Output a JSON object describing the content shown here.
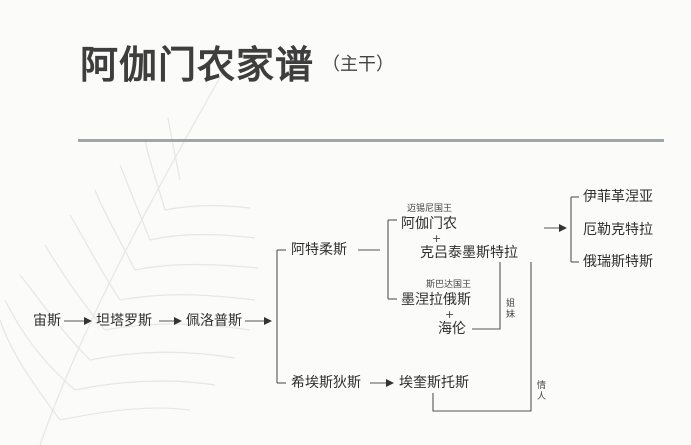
{
  "title": "阿伽门农家谱",
  "subtitle": "（主干）",
  "nodes": {
    "zeus": "宙斯",
    "tantalus": "坦塔罗斯",
    "pelops": "佩洛普斯",
    "atreus": "阿特柔斯",
    "thyestes": "希埃斯狄斯",
    "aegisthus": "埃奎斯托斯",
    "agamemnon": "阿伽门农",
    "agamemnon_note": "迈锡尼国王",
    "clytemnestra": "克吕泰墨斯特拉",
    "menelaus": "墨涅拉俄斯",
    "menelaus_note": "斯巴达国王",
    "helen": "海伦",
    "iphigenia": "伊菲革涅亚",
    "electra": "厄勒克特拉",
    "orestes": "俄瑞斯特斯"
  },
  "relations": {
    "plus1": "+",
    "plus2": "+",
    "sisters": "姐妹",
    "lover": "情人"
  }
}
